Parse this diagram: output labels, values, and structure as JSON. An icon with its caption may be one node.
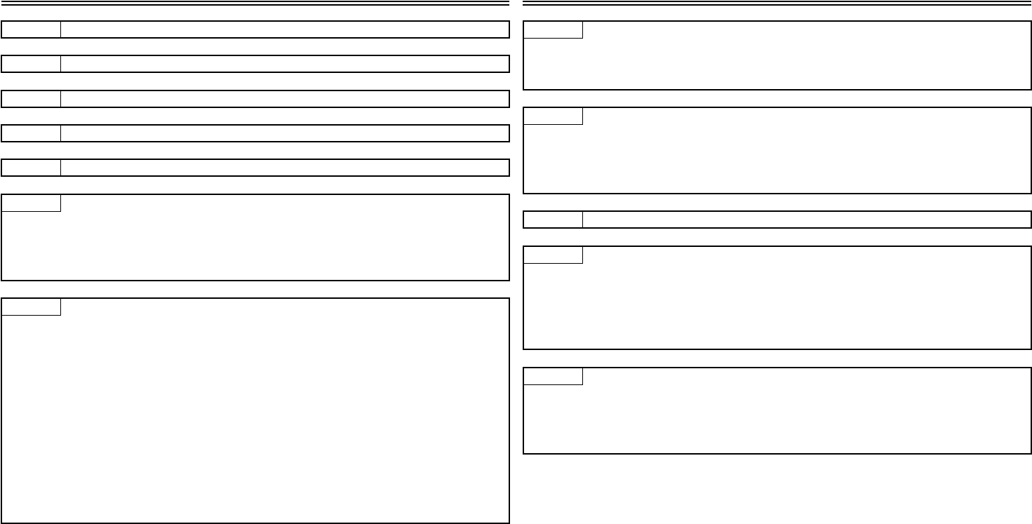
{
  "diagram": {
    "nodes": [
      {
        "text": [],
        "shape": "box"
      },
      {
        "text": [],
        "shape": "box",
        "in": 0
      },
      {
        "text": [],
        "shape": "box"
      },
      {
        "text": [],
        "shape": "box",
        "in": 2
      },
      {
        "text": [],
        "shape": "box"
      },
      {
        "text": [],
        "shape": "box",
        "in": 4
      },
      {
        "text": [],
        "shape": "box"
      },
      {
        "text": [],
        "shape": "box",
        "in": 6
      },
      {
        "text": [],
        "shape": "box"
      },
      {
        "text": [],
        "shape": "box",
        "in": 8
      },
      {
        "text": [],
        "shape": "box"
      },
      {
        "text": [],
        "shape": "box",
        "in": 10
      },
      {
        "text": [],
        "shape": "box"
      },
      {
        "text": [],
        "shape": "box",
        "in": 12
      },
      {
        "text": [],
        "shape": "box"
      },
      {
        "text": [],
        "shape": "box",
        "in": 14
      },
      {
        "text": [],
        "shape": "box"
      },
      {
        "text": [],
        "shape": "box",
        "in": 16
      },
      {
        "text": [],
        "shape": "box"
      },
      {
        "text": [],
        "shape": "box",
        "in": 18
      },
      {
        "text": [],
        "shape": "box"
      },
      {
        "text": [],
        "shape": "box",
        "in": 20
      },
      {
        "text": [],
        "shape": "box"
      },
      {
        "text": [],
        "shape": "box",
        "in": 22
      }
    ]
  }
}
